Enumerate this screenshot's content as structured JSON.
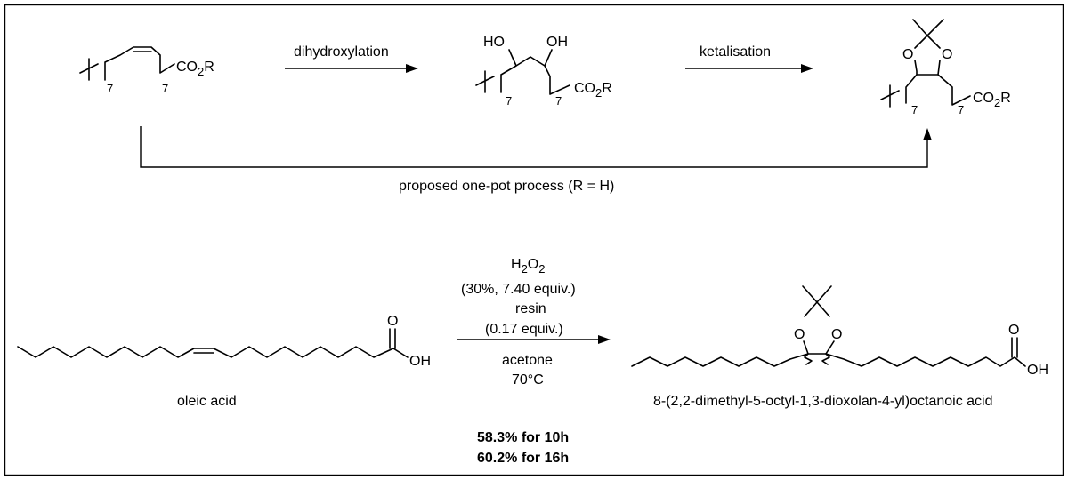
{
  "top": {
    "step1_label": "dihydroxylation",
    "step2_label": "ketalisation",
    "process_label": "proposed one-pot process (R = H)",
    "sm_rep_left": "7",
    "sm_rep_right": "7",
    "diol_rep_left": "7",
    "diol_rep_right": "7",
    "ketal_rep_left": "7",
    "ketal_rep_right": "7",
    "ester_co": "CO",
    "ester_sub": "2",
    "ester_r": "R",
    "ho": "HO",
    "oh": "OH",
    "o": "O"
  },
  "bottom": {
    "reagent_h": "H",
    "reagent_sub1": "2",
    "reagent_o": "O",
    "reagent_sub2": "2",
    "reagent_line2": "(30%, 7.40 equiv.)",
    "reagent_line3": "resin",
    "reagent_line4": "(0.17 equiv.)",
    "solvent": "acetone",
    "temperature": "70°C",
    "sm_name": "oleic acid",
    "product_name": "8-(2,2-dimethyl-5-octyl-1,3-dioxolan-4-yl)octanoic acid",
    "yield_10h": "58.3% for 10h",
    "yield_16h": "60.2% for 16h",
    "o": "O",
    "oh": "OH"
  }
}
